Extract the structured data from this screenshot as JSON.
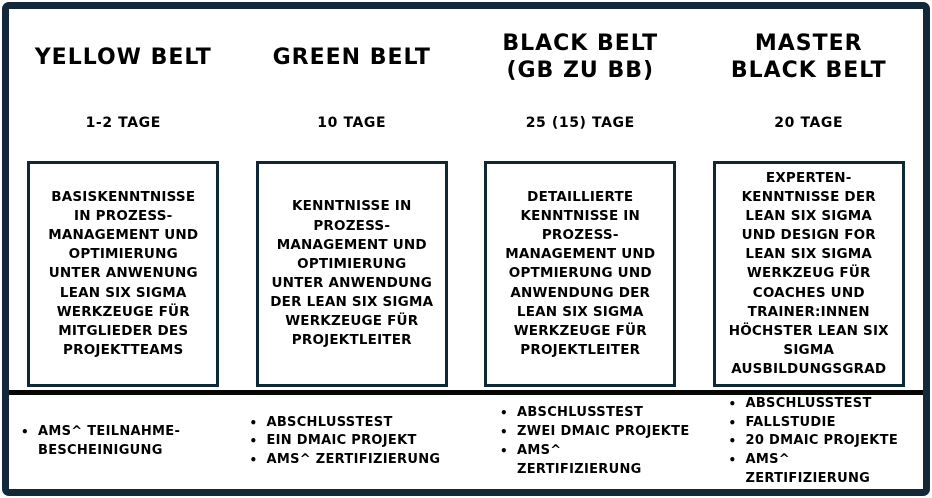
{
  "colors": {
    "frame_border": "#13293a",
    "box_border": "#0f2836",
    "separator": "#050505",
    "background": "#ffffff",
    "text": "#000000"
  },
  "bullet_char": "•",
  "columns": [
    {
      "title": "YELLOW BELT",
      "duration": "1-2 TAGE",
      "description": "BASISKENNTNISSE\nIN PROZESS-\nMANAGEMENT UND\nOPTIMIERUNG\nUNTER ANWENUNG\nLEAN SIX SIGMA\nWERKZEUGE FÜR\nMITGLIEDER DES\nPROJEKTTEAMS",
      "outcomes": [
        "AMS^ TEILNAHME-\nBESCHEINIGUNG"
      ]
    },
    {
      "title": "GREEN BELT",
      "duration": "10 TAGE",
      "description": "KENNTNISSE IN\nPROZESS-\nMANAGEMENT UND\nOPTIMIERUNG\nUNTER ANWENDUNG\nDER LEAN SIX SIGMA\nWERKZEUGE FÜR\nPROJEKTLEITER",
      "outcomes": [
        "ABSCHLUSSTEST",
        "EIN DMAIC PROJEKT",
        "AMS^ ZERTIFIZIERUNG"
      ]
    },
    {
      "title": "BLACK BELT\n(GB ZU BB)",
      "duration": "25 (15) TAGE",
      "description": "DETAILLIERTE\nKENNTNISSE IN\nPROZESS-\nMANAGEMENT UND\nOPTMIERUNG UND\nANWENDUNG DER\nLEAN SIX SIGMA\nWERKZEUGE FÜR\nPROJEKTLEITER",
      "outcomes": [
        "ABSCHLUSSTEST",
        "ZWEI DMAIC PROJEKTE",
        "AMS^ ZERTIFIZIERUNG"
      ]
    },
    {
      "title": "MASTER\nBLACK BELT",
      "duration": "20 TAGE",
      "description": "EXPERTEN-\nKENNTNISSE DER\nLEAN SIX SIGMA\nUND DESIGN FOR\nLEAN SIX SIGMA\nWERKZEUG FÜR\nCOACHES UND\nTRAINER:INNEN\nHÖCHSTER LEAN SIX\nSIGMA\nAUSBILDUNGSGRAD",
      "outcomes": [
        "ABSCHLUSSTEST",
        "FALLSTUDIE",
        "20 DMAIC PROJEKTE",
        "AMS^ ZERTIFIZIERUNG"
      ]
    }
  ]
}
